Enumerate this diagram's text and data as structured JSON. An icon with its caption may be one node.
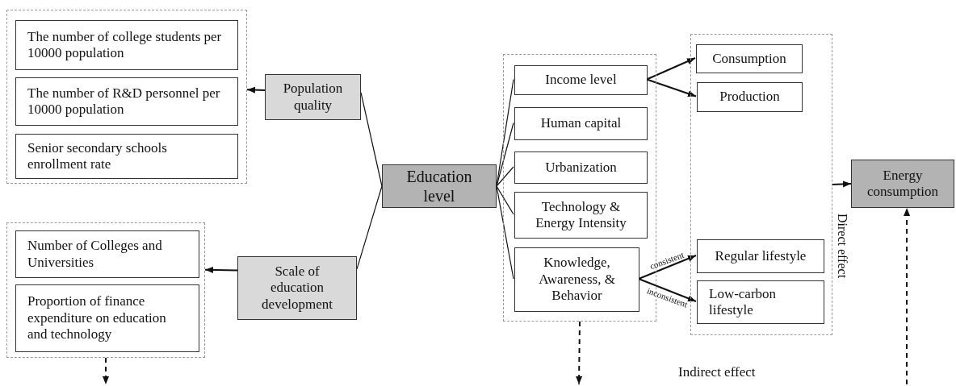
{
  "diagram": {
    "nodes": [
      {
        "text": [],
        "shape": "box"
      },
      {
        "text": [
          "The number of college students per 10000 population"
        ],
        "in": 0
      },
      {
        "text": [
          "The number of R&D personnel per 10000 population"
        ],
        "in": 0
      },
      {
        "text": [
          "Senior secondary schools enrollment rate"
        ],
        "in": 0
      },
      {
        "text": [
          "Population quality"
        ]
      },
      {
        "text": [],
        "shape": "box"
      },
      {
        "text": [
          "Number of Colleges and Universities"
        ],
        "in": 5
      },
      {
        "text": [
          "Proportion of finance expenditure on education and technology"
        ],
        "in": 5
      },
      {
        "text": [
          "Scale of education development"
        ]
      },
      {
        "text": [
          "Education level"
        ]
      },
      {
        "text": [],
        "shape": "box"
      },
      {
        "text": [
          "Income level"
        ],
        "in": 10
      },
      {
        "text": [
          "Human capital"
        ],
        "in": 10
      },
      {
        "text": [
          "Urbanization"
        ],
        "in": 10
      },
      {
        "text": [
          "Technology & Energy Intensity"
        ],
        "in": 10
      },
      {
        "text": [
          "Knowledge, Awareness, & Behavior"
        ],
        "in": 10
      },
      {
        "text": [],
        "shape": "box"
      },
      {
        "text": [
          "Consumption"
        ],
        "in": 16
      },
      {
        "text": [
          "Production"
        ],
        "in": 16
      },
      {
        "text": [
          "Regular lifestyle"
        ],
        "in": 16
      },
      {
        "text": [
          "Low-carbon lifestyle"
        ],
        "in": 16
      },
      {
        "text": [
          "Energy consumption"
        ]
      }
    ],
    "edges": [
      {
        "from": 4,
        "to": 0,
        "arrow": "to"
      },
      {
        "from": 8,
        "to": 5,
        "arrow": "to"
      },
      {
        "from": 9,
        "to": 4,
        "arrow": "none"
      },
      {
        "from": 9,
        "to": 8,
        "arrow": "none"
      },
      {
        "from": 9,
        "to": 11,
        "arrow": "none"
      },
      {
        "from": 9,
        "to": 12,
        "arrow": "none"
      },
      {
        "from": 9,
        "to": 13,
        "arrow": "none"
      },
      {
        "from": 9,
        "to": 14,
        "arrow": "none"
      },
      {
        "from": 9,
        "to": 15,
        "arrow": "none"
      },
      {
        "from": 11,
        "to": 17,
        "arrow": "to"
      },
      {
        "from": 11,
        "to": 18,
        "arrow": "to"
      },
      {
        "from": 15,
        "to": 19,
        "arrow": "to",
        "label": "consistent"
      },
      {
        "from": 15,
        "to": 20,
        "arrow": "to",
        "label": "inconsistent"
      },
      {
        "from": 16,
        "to": 21,
        "arrow": "to",
        "label": "Direct effect"
      },
      {
        "from": 5,
        "to": null,
        "arrow": "to",
        "style": "dashed"
      },
      {
        "from": 10,
        "to": null,
        "arrow": "to",
        "style": "dashed"
      },
      {
        "from": null,
        "to": 21,
        "arrow": "to",
        "style": "dashed"
      }
    ],
    "labels": [
      "Indirect effect"
    ]
  }
}
